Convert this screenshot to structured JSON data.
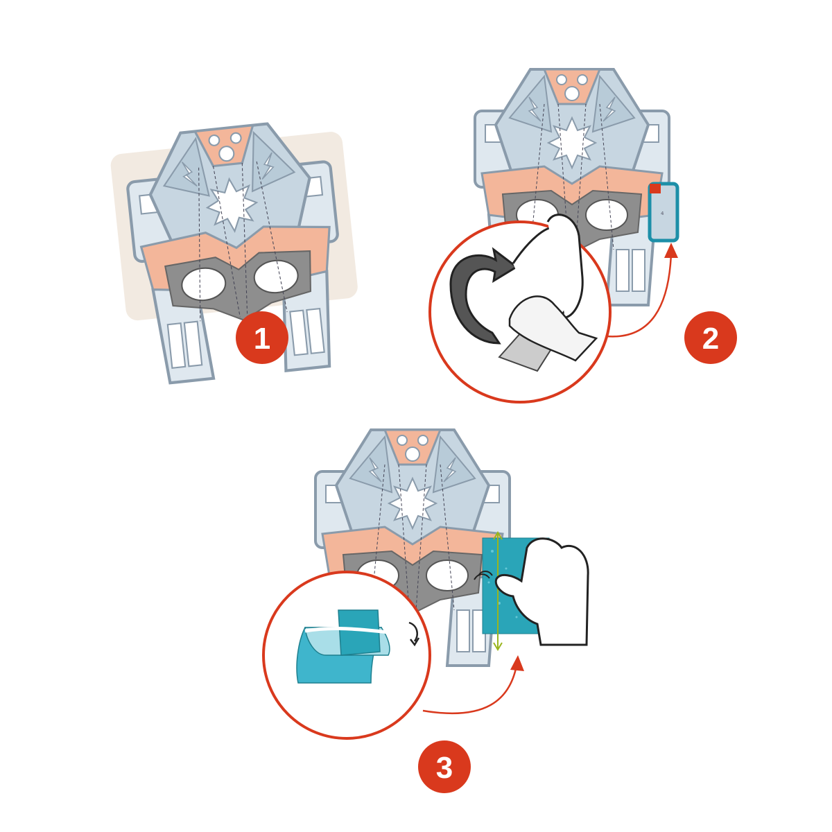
{
  "steps": [
    {
      "number": "1",
      "label": "step-1"
    },
    {
      "number": "2",
      "label": "step-2"
    },
    {
      "number": "3",
      "label": "step-3"
    }
  ],
  "colors": {
    "badge": "#d9391d",
    "mask_light_blue": "#c7d6e1",
    "mask_outline": "#8a9bab",
    "mask_salmon": "#f3b69a",
    "mask_grey": "#8e8e8e",
    "glitter": "#2aa5b8",
    "arrow": "#d9391d"
  },
  "icons": {
    "step1": "mask-template-icon",
    "step2": "peel-sticker-icon",
    "step3": "apply-glitter-icon"
  }
}
